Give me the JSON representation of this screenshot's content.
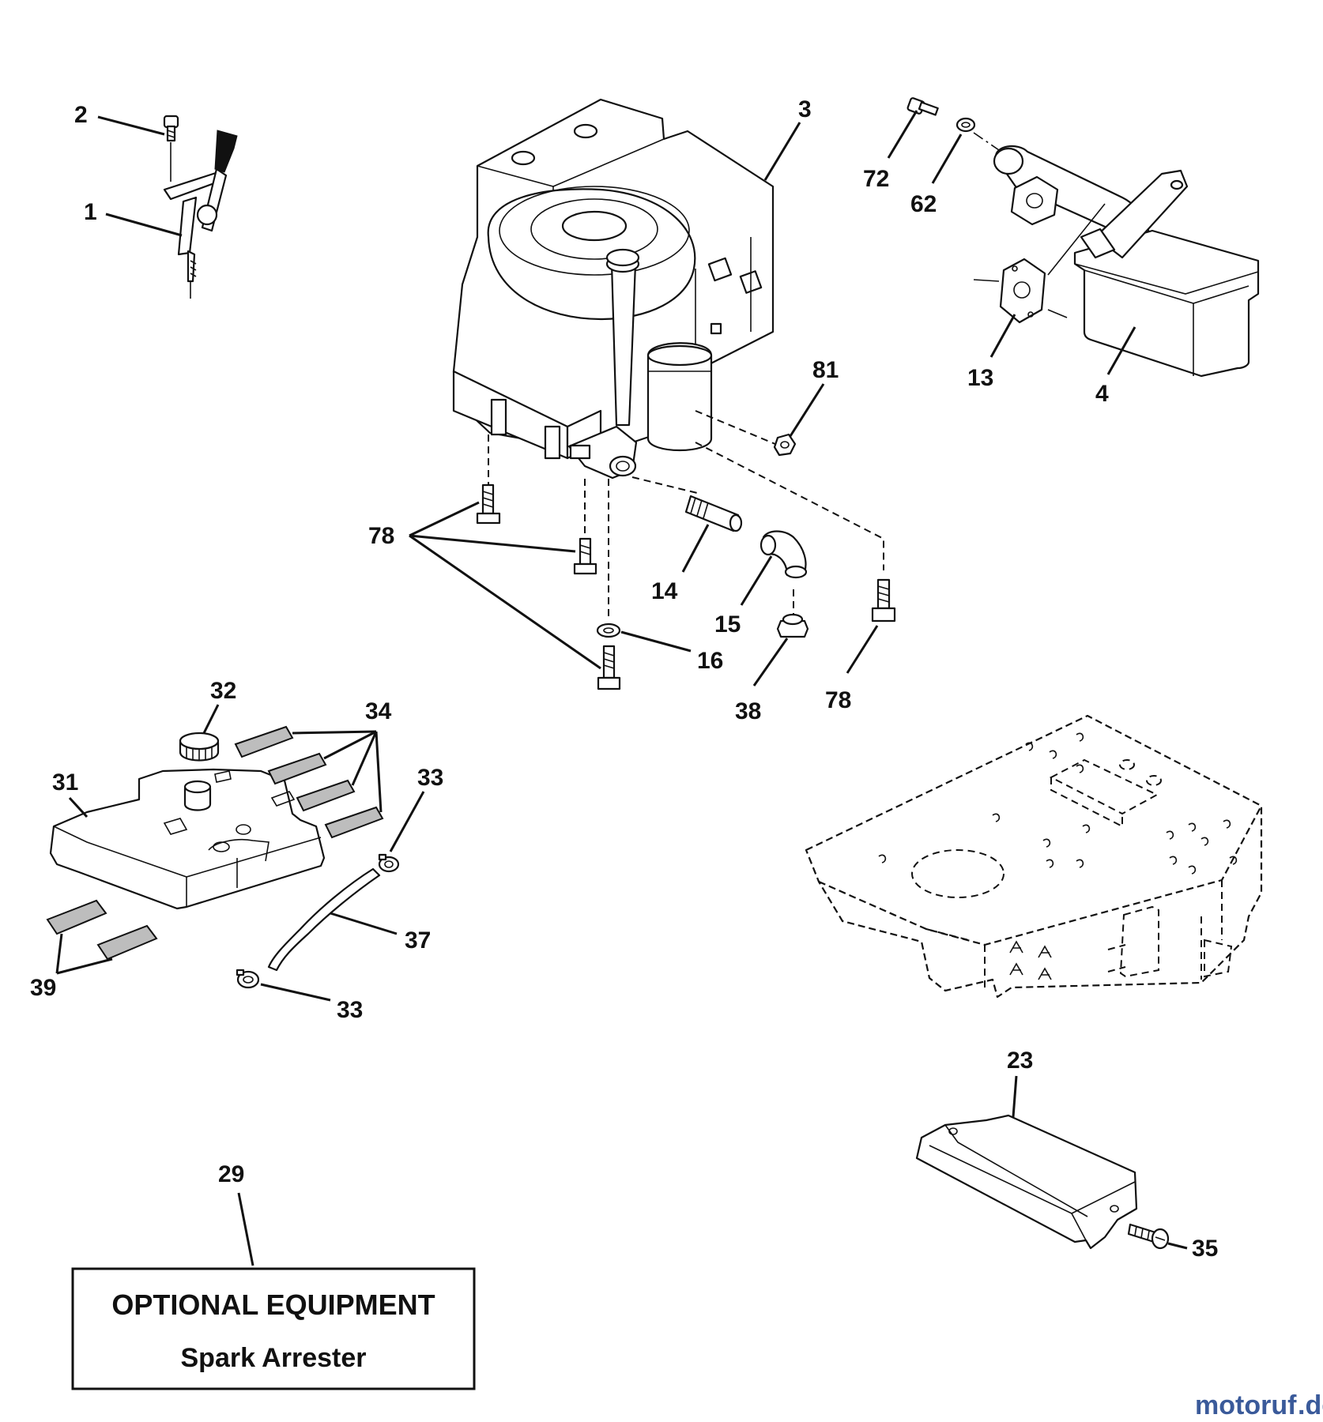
{
  "callouts": {
    "c1": "1",
    "c2": "2",
    "c3": "3",
    "c4": "4",
    "c13": "13",
    "c14": "14",
    "c15": "15",
    "c16": "16",
    "c23": "23",
    "c29": "29",
    "c31": "31",
    "c32": "32",
    "c33a": "33",
    "c33b": "33",
    "c34": "34",
    "c35": "35",
    "c37": "37",
    "c38": "38",
    "c39": "39",
    "c62": "62",
    "c72": "72",
    "c78a": "78",
    "c78b": "78",
    "c81": "81"
  },
  "optional_box": {
    "line1": "OPTIONAL EQUIPMENT",
    "line2": "Spark Arrester"
  },
  "watermark": {
    "main": "motoruf",
    "suffix": ".de",
    "main_color": "#3a5a9a",
    "accent_color": "#c0392b"
  }
}
